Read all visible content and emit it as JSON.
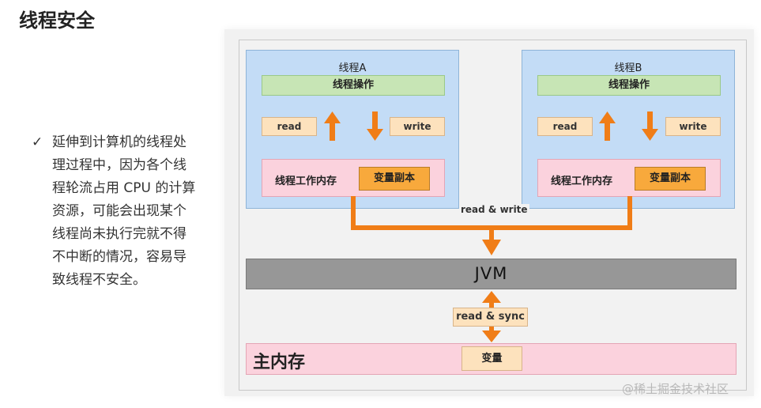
{
  "page": {
    "title": "线程安全",
    "bullet_lines": [
      "延伸到计算机的线程处",
      "理过程中，因为各个线",
      "程轮流占用 CPU 的计算",
      "资源，可能会出现某个",
      "线程尚未执行完就不得",
      "不中断的情况，容易导",
      "致线程不安全。"
    ],
    "check_mark": "✓",
    "watermark": "@稀土掘金技术社区"
  },
  "diagram": {
    "thread_a": {
      "title": "线程A",
      "operation": "线程操作",
      "read": "read",
      "write": "write",
      "working_memory": "线程工作内存",
      "copy": "变量副本"
    },
    "thread_b": {
      "title": "线程B",
      "operation": "线程操作",
      "read": "read",
      "write": "write",
      "working_memory": "线程工作内存",
      "copy": "变量副本"
    },
    "read_write_label": "read & write",
    "jvm": "JVM",
    "sync_label": "read & sync",
    "main_memory": "主内存",
    "variable": "变量"
  },
  "colors": {
    "arrow": "#f07d17",
    "thread_bg": "#c3dcf6",
    "operation_bg": "#c7e5b5",
    "rw_bg": "#fde2bd",
    "memory_bg": "#fbd2dd",
    "copy_bg": "#f8a93c",
    "jvm_bg": "#979797"
  }
}
